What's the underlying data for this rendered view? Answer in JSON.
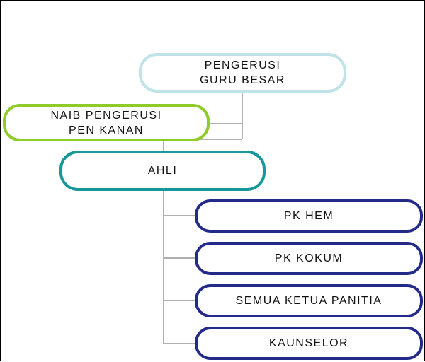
{
  "colors": {
    "chair": "#bfe3e6",
    "vice": "#8fcc2a",
    "members": "#16979a",
    "units": "#232a8a",
    "line": "#808080"
  },
  "nodes": {
    "chair": {
      "line1": "PENGERUSI",
      "line2": "GURU BESAR"
    },
    "vice": {
      "line1": "NAIB PENGERUSI",
      "line2": "PEN KANAN"
    },
    "members": {
      "label": "AHLI"
    },
    "units": [
      {
        "label": "PK HEM"
      },
      {
        "label": "PK KOKUM"
      },
      {
        "label": "SEMUA KETUA PANITIA"
      },
      {
        "label": "KAUNSELOR"
      }
    ]
  }
}
